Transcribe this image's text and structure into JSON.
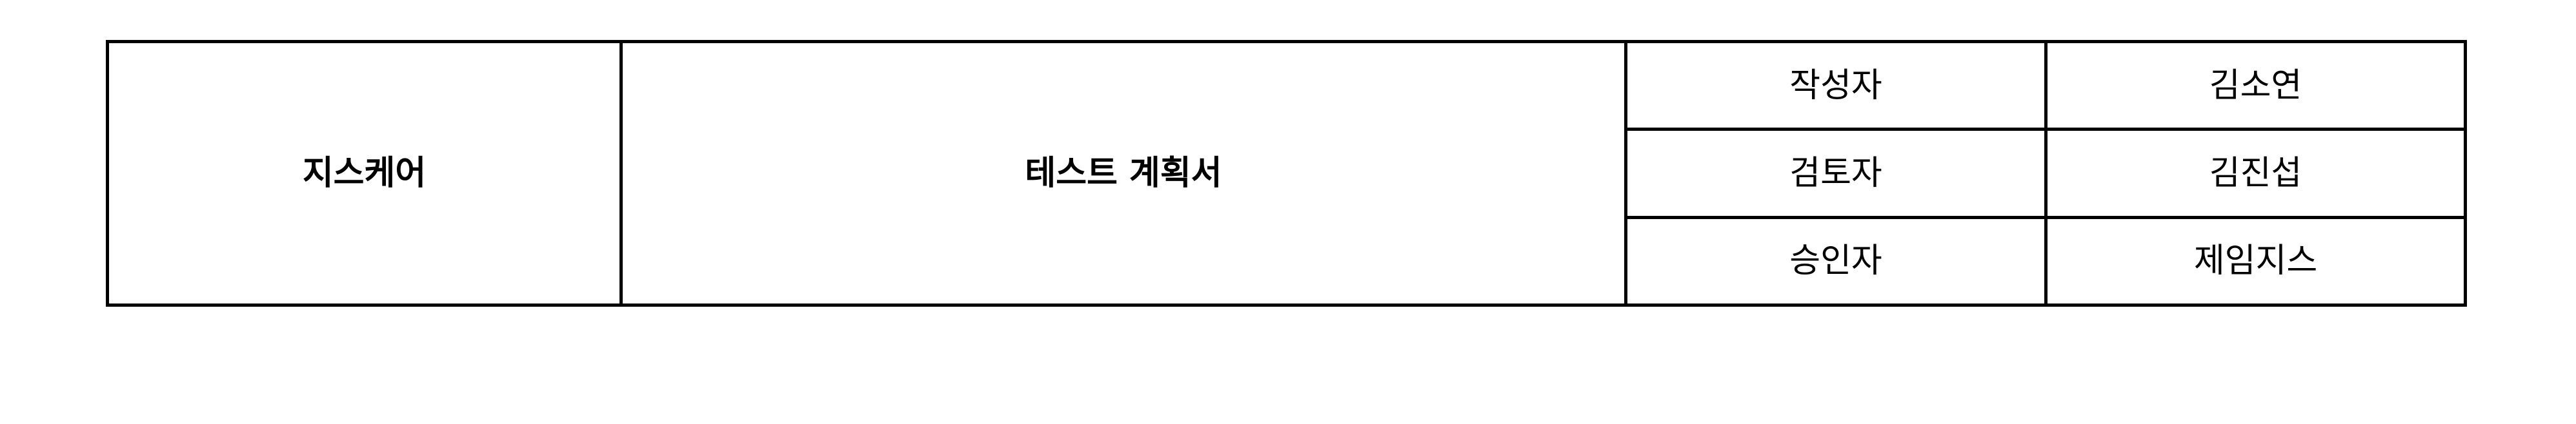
{
  "header": {
    "company": "지스케어",
    "document_title": "테스트 계획서",
    "approvals": [
      {
        "role": "작성자",
        "name": "김소연"
      },
      {
        "role": "검토자",
        "name": "김진섭"
      },
      {
        "role": "승인자",
        "name": "제임지스"
      }
    ]
  }
}
